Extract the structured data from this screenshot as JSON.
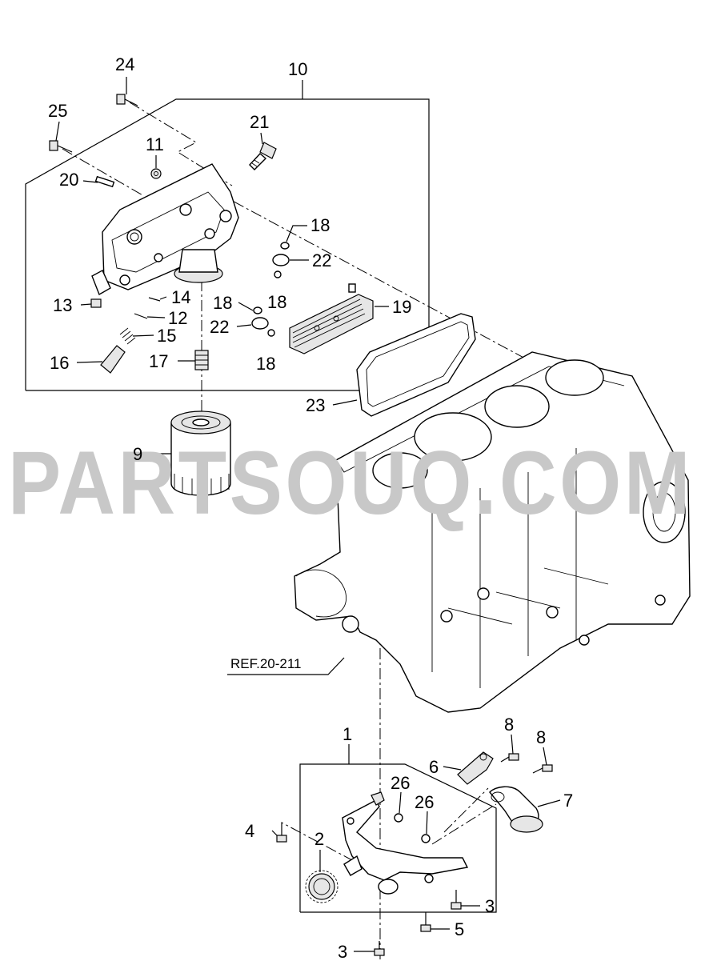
{
  "watermark": "PARTSOUQ.COM",
  "reference": "REF.20-211",
  "callouts": {
    "c1": "1",
    "c2": "2",
    "c3a": "3",
    "c3b": "3",
    "c4": "4",
    "c5": "5",
    "c6": "6",
    "c7": "7",
    "c8a": "8",
    "c8b": "8",
    "c9": "9",
    "c10": "10",
    "c11": "11",
    "c12": "12",
    "c13": "13",
    "c14": "14",
    "c15": "15",
    "c16": "16",
    "c17": "17",
    "c18a": "18",
    "c18b": "18",
    "c18c": "18",
    "c18d": "18",
    "c19": "19",
    "c20": "20",
    "c21": "21",
    "c22a": "22",
    "c22b": "22",
    "c23": "23",
    "c24": "24",
    "c25": "25",
    "c26a": "26",
    "c26b": "26"
  }
}
